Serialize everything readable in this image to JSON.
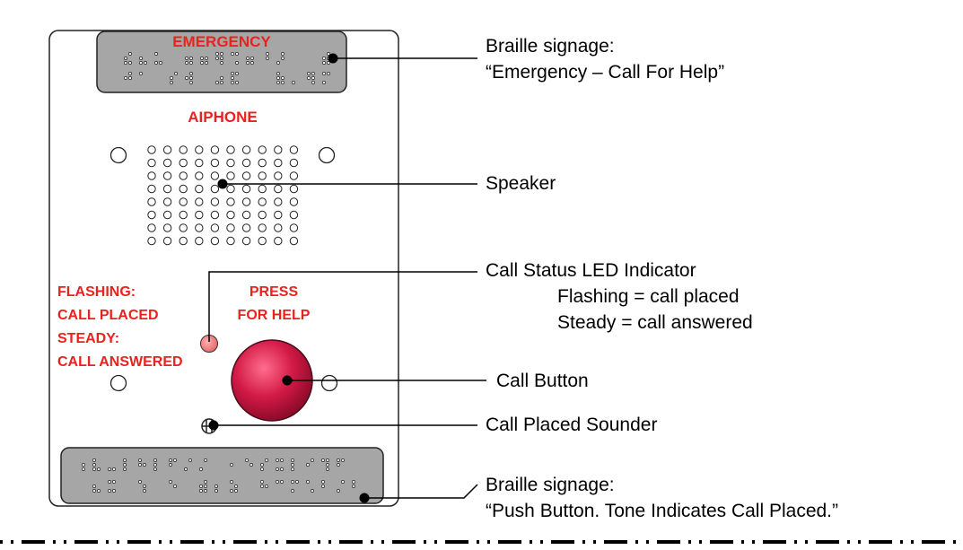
{
  "panel": {
    "braille_top_label": "EMERGENCY",
    "brand": "AIPHONE",
    "led_legend": [
      "FLASHING:",
      "CALL PLACED",
      "STEADY:",
      "CALL ANSWERED"
    ],
    "press_label": [
      "PRESS",
      "FOR HELP"
    ]
  },
  "callouts": {
    "braille_top": {
      "line1": "Braille signage:",
      "line2": "“Emergency – Call For Help”"
    },
    "speaker": "Speaker",
    "led": {
      "title": "Call Status LED Indicator",
      "line2": "Flashing = call placed",
      "line3": "Steady = call answered"
    },
    "call_button": "Call Button",
    "sounder": "Call Placed Sounder",
    "braille_bottom": {
      "line1": "Braille signage:",
      "line2": "“Push Button. Tone Indicates Call Placed.”"
    }
  },
  "colors": {
    "label_red": "#e8231f",
    "plate_gray": "#a6a6a6",
    "button_red": "#c2123a",
    "led_pink": "#f08080"
  }
}
